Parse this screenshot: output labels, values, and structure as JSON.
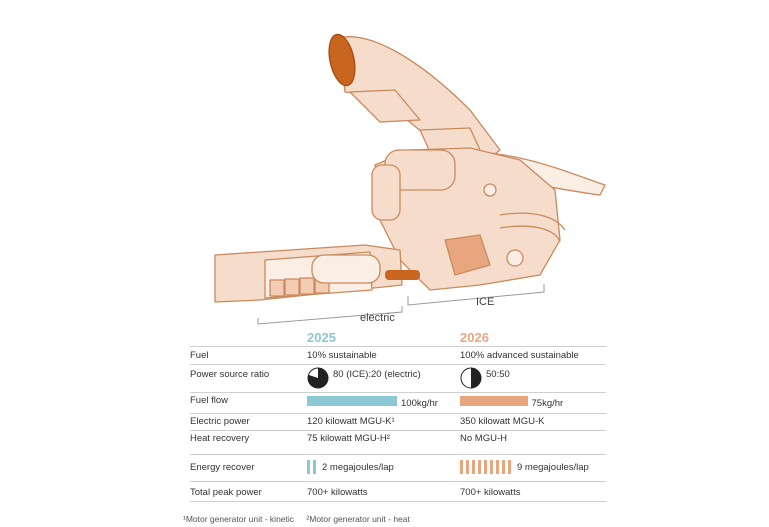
{
  "labels": {
    "electric": "electric",
    "ice": "ICE"
  },
  "columns": {
    "y2025": "2025",
    "y2026": "2026"
  },
  "colors": {
    "c2025": "#8cc8d3",
    "c2026": "#e8a67f",
    "engine_stroke": "#c98a5e",
    "engine_fill": "#f6dccb",
    "orange": "#c8651e"
  },
  "rows": [
    {
      "id": "fuel",
      "label": "Fuel",
      "v2025": "10% sustainable",
      "v2026": "100% advanced sustainable"
    },
    {
      "id": "ratio",
      "label": "Power source ratio",
      "v2025": "80 (ICE):20 (electric)",
      "v2026": "50:50",
      "ice_share_2025": 0.8,
      "ice_share_2026": 0.5
    },
    {
      "id": "flow",
      "label": "Fuel flow",
      "v2025": "100kg/hr",
      "v2026": "75kg/hr",
      "n2025": 100,
      "n2026": 75
    },
    {
      "id": "electric",
      "label": "Electric power",
      "v2025": "120 kilowatt MGU-K¹",
      "v2026": "350 kilowatt MGU-K"
    },
    {
      "id": "heat",
      "label": "Heat recovery",
      "v2025": "75 kilowatt MGU-H²",
      "v2026": "No MGU-H"
    },
    {
      "id": "energy",
      "label": "Energy recover",
      "v2025": "2 megajoules/lap",
      "v2026": "9 megajoules/lap",
      "n2025": 2,
      "n2026": 9
    },
    {
      "id": "peak",
      "label": "Total peak power",
      "v2025": "700+ kilowatts",
      "v2026": "700+ kilowatts"
    }
  ],
  "footnotes": {
    "one": "¹Motor generator unit - kinetic",
    "two": "²Motor generator unit - heat"
  }
}
